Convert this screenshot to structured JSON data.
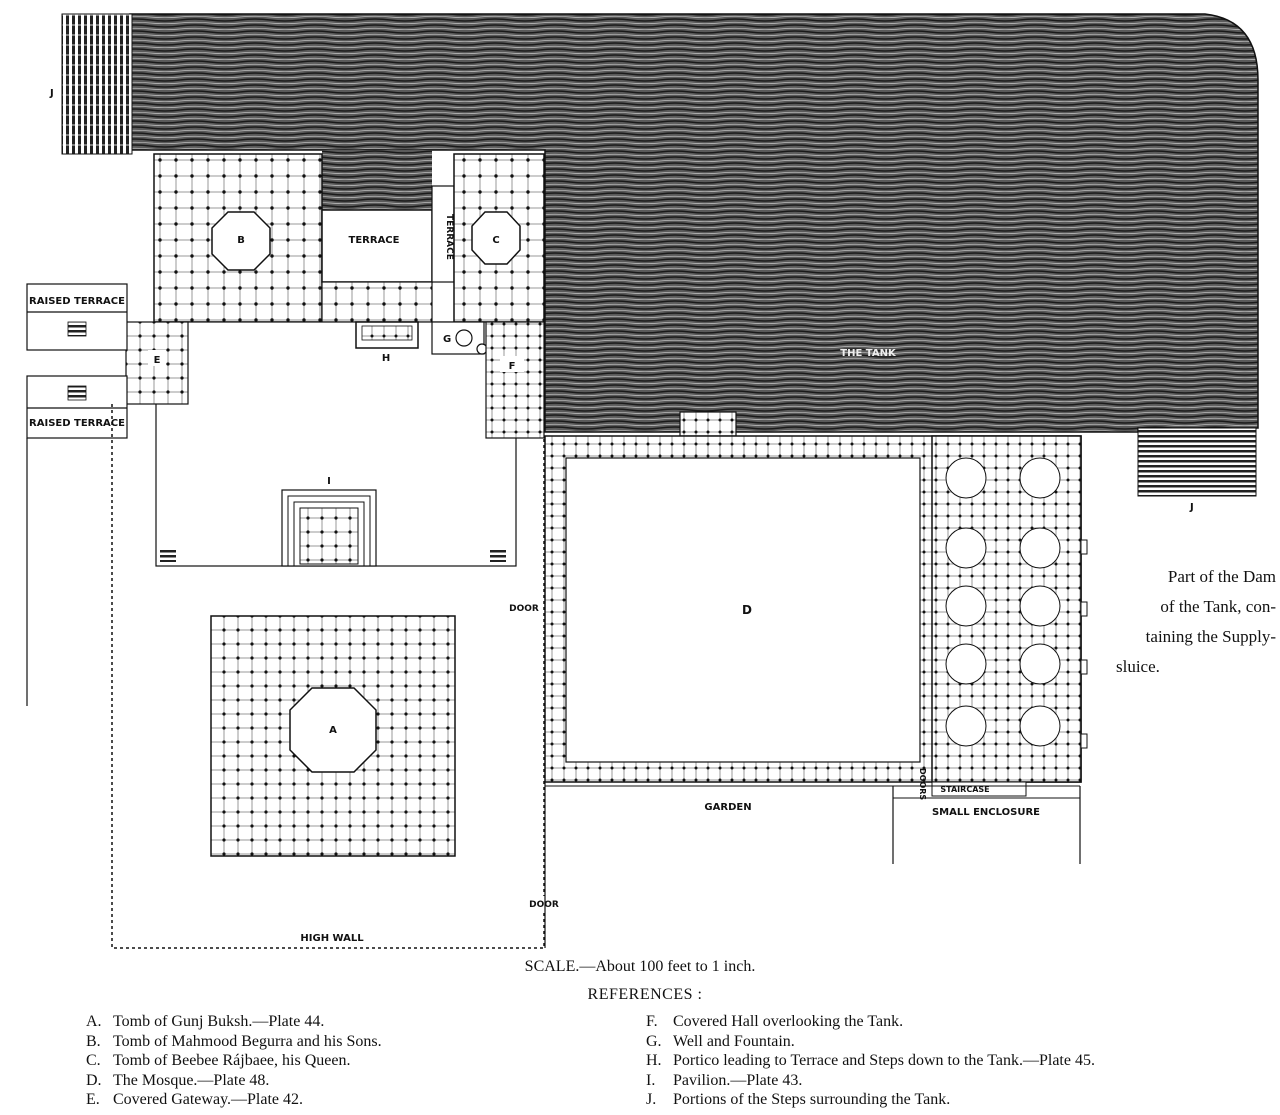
{
  "plan": {
    "tank": "THE TANK",
    "terrace": "TERRACE",
    "terrace_vertical": "TERRACE",
    "raised_terrace_top": "RAISED TERRACE",
    "raised_terrace_bottom": "RAISED TERRACE",
    "garden": "GARDEN",
    "small_enclosure": "SMALL ENCLOSURE",
    "staircase": "STAIRCASE",
    "doors": "DOORS",
    "door_left": "DOOR",
    "door_bottom": "DOOR",
    "high_wall": "HIGH WALL",
    "letters": {
      "A": "A",
      "B": "B",
      "C": "C",
      "D": "D",
      "E": "E",
      "F": "F",
      "G": "G",
      "H": "H",
      "I": "I",
      "J_top": "J",
      "J_right": "J"
    }
  },
  "side_note": {
    "line1": "Part of the Dam",
    "line2": "of the Tank, con-",
    "line3": "taining the Supply-",
    "line4": "sluice."
  },
  "scale": "SCALE.—About 100 feet to 1 inch.",
  "references_title": "REFERENCES :",
  "references_left": [
    {
      "key": "A.",
      "text": "Tomb of Gunj Buksh.—Plate 44."
    },
    {
      "key": "B.",
      "text": "Tomb of Mahmood Begurra and his Sons."
    },
    {
      "key": "C.",
      "text": "Tomb of Beebee Rájbaee, his Queen."
    },
    {
      "key": "D.",
      "text": "The Mosque.—Plate 48."
    },
    {
      "key": "E.",
      "text": "Covered Gateway.—Plate 42."
    }
  ],
  "references_right": [
    {
      "key": "F.",
      "text": "Covered Hall overlooking the Tank."
    },
    {
      "key": "G.",
      "text": "Well and Fountain."
    },
    {
      "key": "H.",
      "text": "Portico leading to Terrace and Steps down to the Tank.—Plate 45."
    },
    {
      "key": "I.",
      "text": "Pavilion.—Plate 43."
    },
    {
      "key": "J.",
      "text": "Portions of the Steps surrounding the Tank."
    }
  ]
}
